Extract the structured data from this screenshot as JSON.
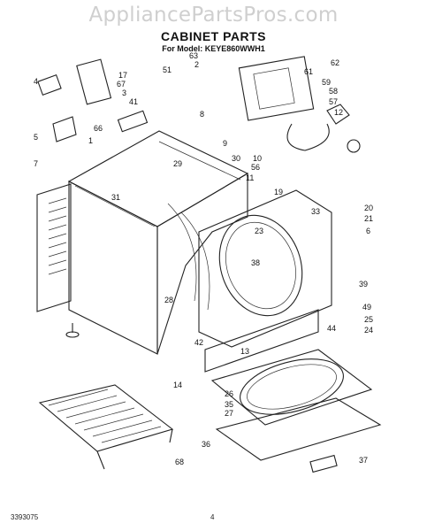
{
  "watermark": "AppliancePartsPros.com",
  "title": "CABINET PARTS",
  "subtitle": "For Model: KEYE860WWH1",
  "footer": {
    "code": "3393075",
    "page": "4"
  },
  "callouts": [
    {
      "id": "63"
    },
    {
      "id": "2"
    },
    {
      "id": "8"
    },
    {
      "id": "62"
    },
    {
      "id": "61"
    },
    {
      "id": "59"
    },
    {
      "id": "58"
    },
    {
      "id": "57"
    },
    {
      "id": "12"
    },
    {
      "id": "17"
    },
    {
      "id": "67"
    },
    {
      "id": "3"
    },
    {
      "id": "51"
    },
    {
      "id": "41"
    },
    {
      "id": "66"
    },
    {
      "id": "4"
    },
    {
      "id": "5"
    },
    {
      "id": "1"
    },
    {
      "id": "7"
    },
    {
      "id": "29"
    },
    {
      "id": "9"
    },
    {
      "id": "30"
    },
    {
      "id": "10"
    },
    {
      "id": "56"
    },
    {
      "id": "11"
    },
    {
      "id": "19"
    },
    {
      "id": "20"
    },
    {
      "id": "21"
    },
    {
      "id": "33"
    },
    {
      "id": "6"
    },
    {
      "id": "31"
    },
    {
      "id": "23"
    },
    {
      "id": "38"
    },
    {
      "id": "39"
    },
    {
      "id": "28"
    },
    {
      "id": "49"
    },
    {
      "id": "25"
    },
    {
      "id": "24"
    },
    {
      "id": "44"
    },
    {
      "id": "42"
    },
    {
      "id": "13"
    },
    {
      "id": "14"
    },
    {
      "id": "26"
    },
    {
      "id": "35"
    },
    {
      "id": "27"
    },
    {
      "id": "36"
    },
    {
      "id": "37"
    },
    {
      "id": "68"
    }
  ]
}
